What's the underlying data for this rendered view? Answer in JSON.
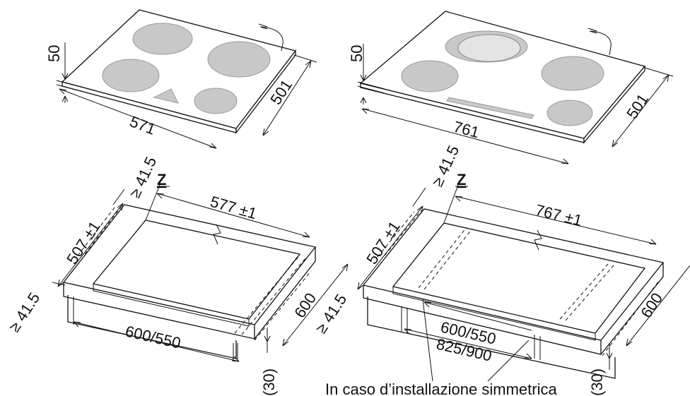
{
  "colors": {
    "ink": "#111111",
    "zone_fill": "#c8c8c8",
    "background": "#ffffff"
  },
  "left": {
    "hob_height": "50",
    "hob_width": "571",
    "hob_depth": "501",
    "clearance_back": "≥ 41.5",
    "clearance_front": "≥ 41.5",
    "zone_label": "Z",
    "cutout_width": "577 ±1",
    "cutout_depth": "507 ±1",
    "cabinet_width": "600/550",
    "cabinet_depth": "600",
    "worktop_thickness": "(30)"
  },
  "right": {
    "hob_height": "50",
    "hob_width": "761",
    "hob_depth": "501",
    "clearance_back": "≥ 41.5",
    "clearance_side": "≥ 41.5",
    "zone_label": "Z",
    "cutout_width": "767 ±1",
    "cutout_depth": "507 ±1",
    "cabinet_width_a": "600/550",
    "cabinet_width_b": "825/900",
    "cabinet_depth": "600",
    "worktop_thickness": "(30)",
    "caption": "In caso d’installazione simmetrica"
  }
}
